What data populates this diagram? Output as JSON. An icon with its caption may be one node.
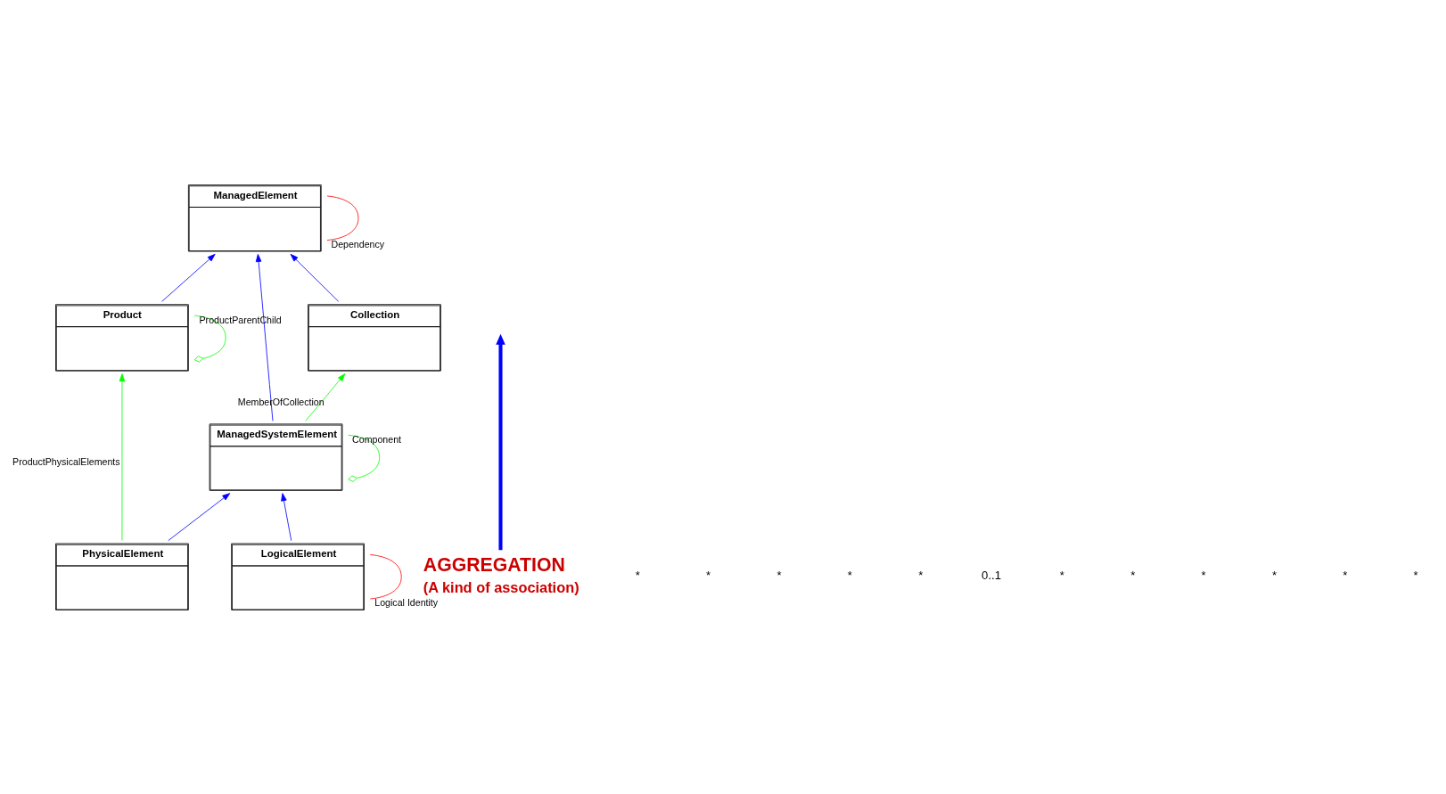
{
  "diagram": {
    "nodes": [
      {
        "text": [
          "ManagedElement"
        ]
      },
      {
        "text": [
          "Product"
        ]
      },
      {
        "text": [
          "ManagedSystemElement"
        ]
      },
      {
        "text": [
          "Collection"
        ]
      },
      {
        "text": [
          "PhysicalElement"
        ]
      },
      {
        "text": [
          "LogicalElement"
        ]
      },
      {
        "text": [
          "AGGREGATION",
          "(A kind of association)"
        ]
      }
    ],
    "edges": [
      {
        "from": 0,
        "to": 0,
        "arrow": "none",
        "label": "Dependency",
        "color": "#ff0000"
      },
      {
        "from": 1,
        "to": 0,
        "arrow": "to",
        "color": "#0000ff"
      },
      {
        "from": 2,
        "to": 0,
        "arrow": "to",
        "color": "#0000ff"
      },
      {
        "from": 3,
        "to": 0,
        "arrow": "to",
        "color": "#0000ff"
      },
      {
        "from": 1,
        "to": 1,
        "arrow": "other",
        "label": "ProductParentChild",
        "color": "#00ff00"
      },
      {
        "from": 2,
        "to": 2,
        "arrow": "other",
        "label": "Component",
        "color": "#00ff00"
      },
      {
        "from": 4,
        "to": 1,
        "arrow": "to",
        "label": "ProductPhysicalElements",
        "color": "#00ff00"
      },
      {
        "from": 2,
        "to": 3,
        "arrow": "to",
        "label": "MemberOfCollection",
        "color": "#00ff00"
      },
      {
        "from": 4,
        "to": 2,
        "arrow": "to",
        "color": "#0000ff"
      },
      {
        "from": 5,
        "to": 2,
        "arrow": "to",
        "color": "#0000ff"
      },
      {
        "from": 5,
        "to": 5,
        "arrow": "none",
        "label": "Logical Identity",
        "color": "#ff0000"
      },
      {
        "from": 6,
        "to": null,
        "arrow": "to",
        "style": "thick",
        "color": "#0000ff"
      }
    ],
    "labels": [
      "*",
      "*",
      "*",
      "*",
      "*",
      "0..1",
      "*",
      "*",
      "*",
      "*",
      "*",
      "*"
    ]
  }
}
